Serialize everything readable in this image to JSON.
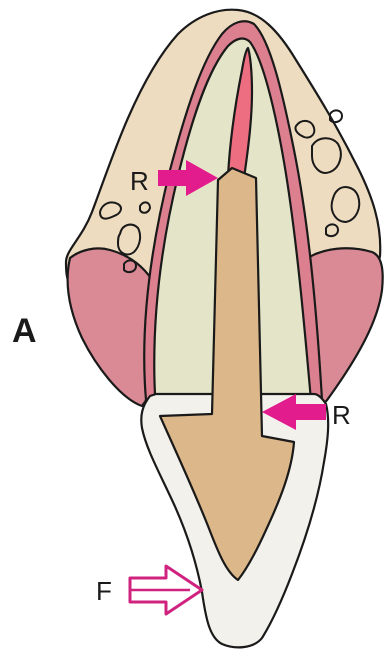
{
  "labels": {
    "panel": "A",
    "resorption_upper": "R",
    "resorption_lower": "R",
    "fracture": "F"
  },
  "colors": {
    "bone": "#eddcc0",
    "gingiva": "#d98a95",
    "periodontal_ligament": "#dc7f8f",
    "root_dentin": "#e4e5c8",
    "post_and_core": "#dcb789",
    "pulp_canal": "#ec6e80",
    "crown": "#f2f1ec",
    "outline": "#1a1a1a",
    "arrow_solid": "#e21c8c",
    "arrow_outline": "#d0237f"
  },
  "icons": {
    "resorption_arrow": "filled-arrow-icon",
    "fracture_arrow": "hollow-arrow-icon"
  }
}
